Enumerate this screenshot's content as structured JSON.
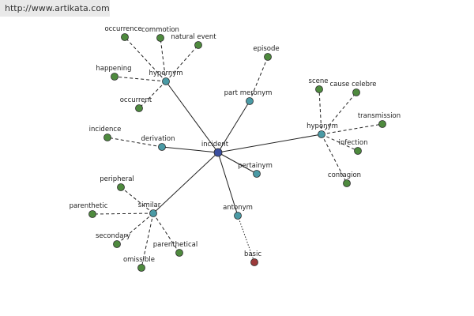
{
  "watermark": "http://www.artikata.com",
  "colors": {
    "center": "#3b4fa0",
    "hub": "#4a9aa5",
    "leaf": "#4e8a3e",
    "antonym_leaf": "#9c3a3a"
  },
  "nodes": [
    {
      "id": "incident",
      "label": "incident",
      "kind": "center"
    },
    {
      "id": "hypernym",
      "label": "hypernym",
      "kind": "hub"
    },
    {
      "id": "occurrence",
      "label": "occurrence",
      "kind": "leaf"
    },
    {
      "id": "commotion",
      "label": "commotion",
      "kind": "leaf"
    },
    {
      "id": "natural_event",
      "label": "natural event",
      "kind": "leaf"
    },
    {
      "id": "happening",
      "label": "happening",
      "kind": "leaf"
    },
    {
      "id": "occurrent",
      "label": "occurrent",
      "kind": "leaf"
    },
    {
      "id": "episode",
      "label": "episode",
      "kind": "leaf"
    },
    {
      "id": "part_meronym",
      "label": "part meronym",
      "kind": "hub"
    },
    {
      "id": "hyponym",
      "label": "hyponym",
      "kind": "hub"
    },
    {
      "id": "scene",
      "label": "scene",
      "kind": "leaf"
    },
    {
      "id": "cause_celebre",
      "label": "cause celebre",
      "kind": "leaf"
    },
    {
      "id": "transmission",
      "label": "transmission",
      "kind": "leaf"
    },
    {
      "id": "infection",
      "label": "infection",
      "kind": "leaf"
    },
    {
      "id": "contagion",
      "label": "contagion",
      "kind": "leaf"
    },
    {
      "id": "incidence",
      "label": "incidence",
      "kind": "leaf"
    },
    {
      "id": "derivation",
      "label": "derivation",
      "kind": "hub"
    },
    {
      "id": "pertainym",
      "label": "pertainym",
      "kind": "hub"
    },
    {
      "id": "peripheral",
      "label": "peripheral",
      "kind": "leaf"
    },
    {
      "id": "similar",
      "label": "similar",
      "kind": "hub"
    },
    {
      "id": "parenthetic",
      "label": "parenthetic",
      "kind": "leaf"
    },
    {
      "id": "secondary",
      "label": "secondary",
      "kind": "leaf"
    },
    {
      "id": "parenthetical",
      "label": "parenthetical",
      "kind": "leaf"
    },
    {
      "id": "omissible",
      "label": "omissible",
      "kind": "leaf"
    },
    {
      "id": "antonym",
      "label": "antonym",
      "kind": "hub"
    },
    {
      "id": "basic",
      "label": "basic",
      "kind": "antonym_leaf"
    }
  ],
  "edges": [
    {
      "from": "incident",
      "to": "hypernym",
      "style": "solid"
    },
    {
      "from": "incident",
      "to": "part_meronym",
      "style": "solid"
    },
    {
      "from": "incident",
      "to": "hyponym",
      "style": "solid"
    },
    {
      "from": "incident",
      "to": "derivation",
      "style": "solid"
    },
    {
      "from": "incident",
      "to": "pertainym",
      "style": "solid"
    },
    {
      "from": "incident",
      "to": "similar",
      "style": "solid"
    },
    {
      "from": "incident",
      "to": "antonym",
      "style": "solid"
    },
    {
      "from": "hypernym",
      "to": "occurrence",
      "style": "dashed"
    },
    {
      "from": "hypernym",
      "to": "commotion",
      "style": "dashed"
    },
    {
      "from": "hypernym",
      "to": "natural_event",
      "style": "dashed"
    },
    {
      "from": "hypernym",
      "to": "happening",
      "style": "dashed"
    },
    {
      "from": "hypernym",
      "to": "occurrent",
      "style": "dashed"
    },
    {
      "from": "part_meronym",
      "to": "episode",
      "style": "dashed"
    },
    {
      "from": "hyponym",
      "to": "scene",
      "style": "dashed"
    },
    {
      "from": "hyponym",
      "to": "cause_celebre",
      "style": "dashed"
    },
    {
      "from": "hyponym",
      "to": "transmission",
      "style": "dashed"
    },
    {
      "from": "hyponym",
      "to": "infection",
      "style": "dashed"
    },
    {
      "from": "hyponym",
      "to": "contagion",
      "style": "dashed"
    },
    {
      "from": "derivation",
      "to": "incidence",
      "style": "dashed"
    },
    {
      "from": "similar",
      "to": "peripheral",
      "style": "dashed"
    },
    {
      "from": "similar",
      "to": "parenthetic",
      "style": "dashed"
    },
    {
      "from": "similar",
      "to": "secondary",
      "style": "dashed"
    },
    {
      "from": "similar",
      "to": "parenthetical",
      "style": "dashed"
    },
    {
      "from": "similar",
      "to": "omissible",
      "style": "dashed"
    },
    {
      "from": "antonym",
      "to": "basic",
      "style": "dotted"
    }
  ]
}
